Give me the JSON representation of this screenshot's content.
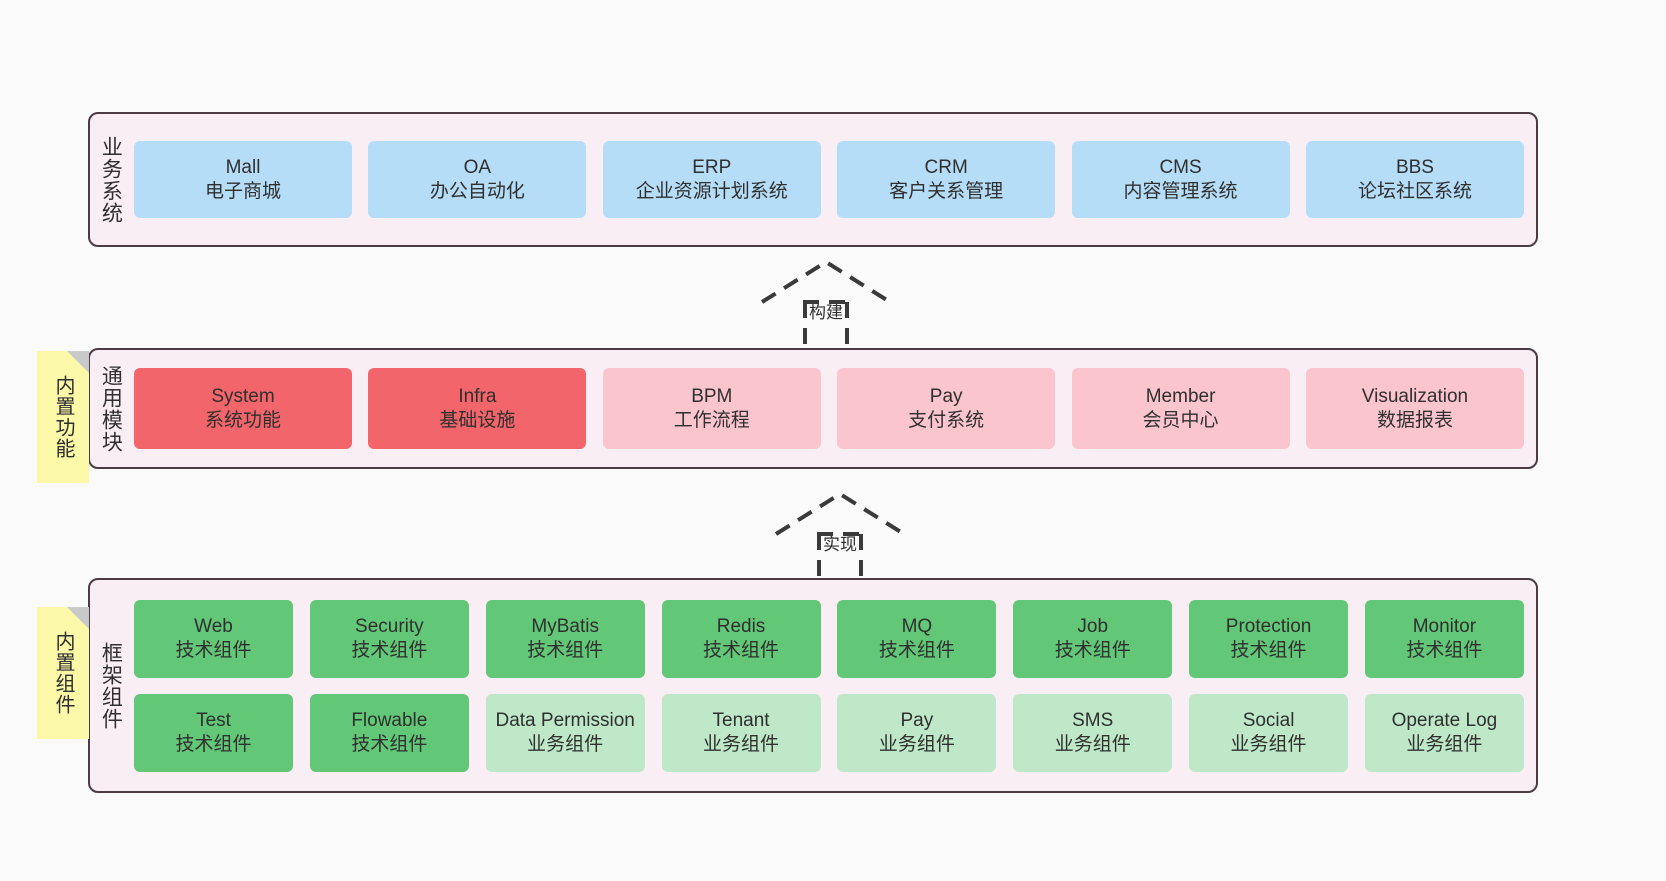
{
  "diagram": {
    "title": "",
    "background": "#fafafa",
    "layer_fill": "#faeef5",
    "layer_border": "#4a3b44",
    "note_fill": "#fbf8a8",
    "colors": {
      "blue": "#b5ddf7",
      "red": "#f2656a",
      "pink": "#fbc5cd",
      "green": "#62c878",
      "light_green": "#bfe8c8"
    }
  },
  "notes": [
    {
      "id": "note-builtin-features",
      "label": "内置功能"
    },
    {
      "id": "note-builtin-components",
      "label": "内置组件"
    }
  ],
  "connectors": [
    {
      "id": "connector-build",
      "label": "构建",
      "style": "dashed-hollow-triangle-arrow",
      "direction": "up"
    },
    {
      "id": "connector-implement",
      "label": "实现",
      "style": "dashed-hollow-triangle-arrow",
      "direction": "up"
    }
  ],
  "layers": [
    {
      "id": "layer-business-systems",
      "title": "业务系统",
      "rows": [
        {
          "nodes": [
            {
              "en": "Mall",
              "cn": "电子商城",
              "color": "blue"
            },
            {
              "en": "OA",
              "cn": "办公自动化",
              "color": "blue"
            },
            {
              "en": "ERP",
              "cn": "企业资源计划系统",
              "color": "blue"
            },
            {
              "en": "CRM",
              "cn": "客户关系管理",
              "color": "blue"
            },
            {
              "en": "CMS",
              "cn": "内容管理系统",
              "color": "blue"
            },
            {
              "en": "BBS",
              "cn": "论坛社区系统",
              "color": "blue"
            }
          ]
        }
      ]
    },
    {
      "id": "layer-common-modules",
      "title": "通用模块",
      "rows": [
        {
          "nodes": [
            {
              "en": "System",
              "cn": "系统功能",
              "color": "red"
            },
            {
              "en": "Infra",
              "cn": "基础设施",
              "color": "red"
            },
            {
              "en": "BPM",
              "cn": "工作流程",
              "color": "pink"
            },
            {
              "en": "Pay",
              "cn": "支付系统",
              "color": "pink"
            },
            {
              "en": "Member",
              "cn": "会员中心",
              "color": "pink"
            },
            {
              "en": "Visualization",
              "cn": "数据报表",
              "color": "pink"
            }
          ]
        }
      ]
    },
    {
      "id": "layer-framework-components",
      "title": "框架组件",
      "rows": [
        {
          "nodes": [
            {
              "en": "Web",
              "cn": "技术组件",
              "color": "green"
            },
            {
              "en": "Security",
              "cn": "技术组件",
              "color": "green"
            },
            {
              "en": "MyBatis",
              "cn": "技术组件",
              "color": "green"
            },
            {
              "en": "Redis",
              "cn": "技术组件",
              "color": "green"
            },
            {
              "en": "MQ",
              "cn": "技术组件",
              "color": "green"
            },
            {
              "en": "Job",
              "cn": "技术组件",
              "color": "green"
            },
            {
              "en": "Protection",
              "cn": "技术组件",
              "color": "green"
            },
            {
              "en": "Monitor",
              "cn": "技术组件",
              "color": "green"
            }
          ]
        },
        {
          "nodes": [
            {
              "en": "Test",
              "cn": "技术组件",
              "color": "green"
            },
            {
              "en": "Flowable",
              "cn": "技术组件",
              "color": "green"
            },
            {
              "en": "Data Permission",
              "cn": "业务组件",
              "color": "light_green",
              "wrap": true
            },
            {
              "en": "Tenant",
              "cn": "业务组件",
              "color": "light_green"
            },
            {
              "en": "Pay",
              "cn": "业务组件",
              "color": "light_green"
            },
            {
              "en": "SMS",
              "cn": "业务组件",
              "color": "light_green"
            },
            {
              "en": "Social",
              "cn": "业务组件",
              "color": "light_green"
            },
            {
              "en": "Operate Log",
              "cn": "业务组件",
              "color": "light_green"
            }
          ]
        }
      ]
    }
  ]
}
